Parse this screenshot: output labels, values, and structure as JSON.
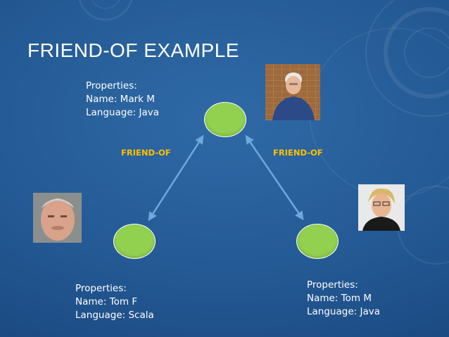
{
  "title": "FRIEND-OF EXAMPLE",
  "colors": {
    "background": "#245a95",
    "node_fill": "#92d050",
    "edge_label": "#ffc000",
    "arrow": "#6fa8dc"
  },
  "people": [
    {
      "id": "mark",
      "props_header": "Properties:",
      "name_line": "Name: Mark M",
      "language_line": "Language: Java",
      "photo_icon": "person-photo-mark"
    },
    {
      "id": "tomf",
      "props_header": "Properties:",
      "name_line": "Name: Tom F",
      "language_line": "Language: Scala",
      "photo_icon": "person-photo-tomf"
    },
    {
      "id": "tomm",
      "props_header": "Properties:",
      "name_line": "Name: Tom M",
      "language_line": "Language: Java",
      "photo_icon": "person-photo-tomm"
    }
  ],
  "edges": [
    {
      "label": "FRIEND-OF",
      "from": "mark",
      "to": "tomf"
    },
    {
      "label": "FRIEND-OF",
      "from": "mark",
      "to": "tomm"
    }
  ]
}
